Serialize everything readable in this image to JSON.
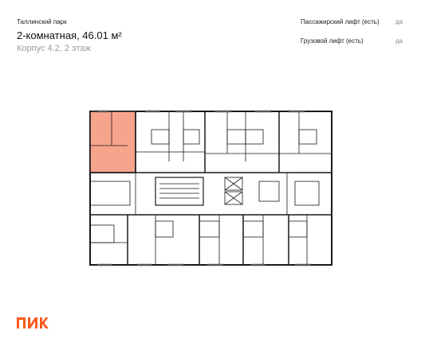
{
  "header": {
    "complex_name": "Таллинский парк",
    "apartment_title": "2-комнатная, 46.01 м²",
    "apartment_subtitle": "Корпус 4.2, 2 этаж"
  },
  "specs": [
    {
      "label": "Пассажирский лифт (есть)",
      "value": "да"
    },
    {
      "label": "Грузовой лифт (есть)",
      "value": "да"
    }
  ],
  "logo": {
    "text": "ПИК",
    "color": "#FF5A1F"
  },
  "colors": {
    "highlight": "#F7A48C",
    "walls": "#1a1a1a",
    "muted_text": "#9a9a9a"
  }
}
